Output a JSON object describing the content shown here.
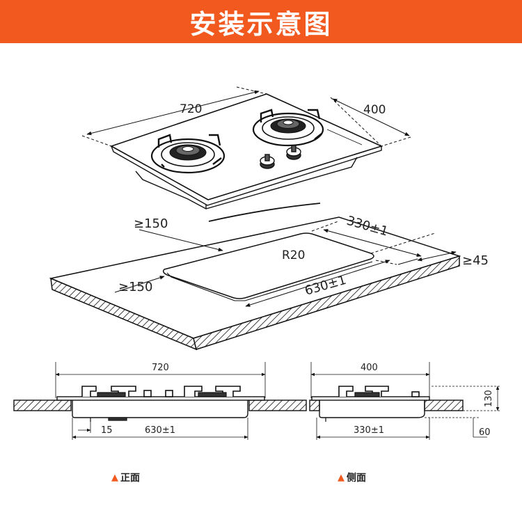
{
  "banner": {
    "title": "安装示意图",
    "color": "#f2591f"
  },
  "iso_view": {
    "dim_width": "720",
    "dim_depth": "400",
    "dim_margin_left": "≥150",
    "dim_margin_front": "≥150",
    "dim_cutout_depth": "330±1",
    "dim_radius": "R20",
    "dim_cutout_width": "630±1",
    "dim_margin_back": "≥45"
  },
  "front_view": {
    "dim_width": "720",
    "dim_offset": "15",
    "dim_cutout_width": "630±1",
    "caption": "正面"
  },
  "side_view": {
    "dim_depth": "400",
    "dim_height": "130",
    "dim_below": "60",
    "dim_cutout_depth": "330±1",
    "caption": "侧面"
  }
}
